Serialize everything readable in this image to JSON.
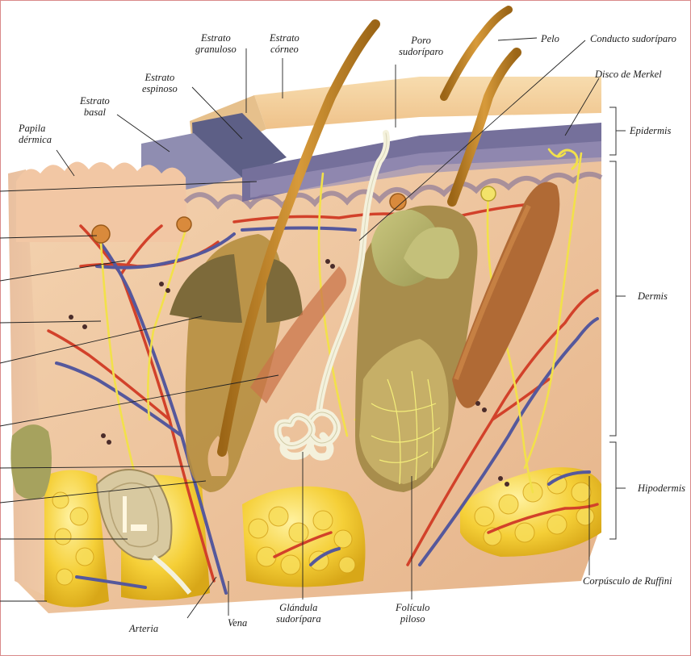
{
  "labels": {
    "estrato_granuloso": [
      "Estrato",
      "granuloso"
    ],
    "estrato_corneo": [
      "Estrato",
      "córneo"
    ],
    "poro_sudoriparo": [
      "Poro",
      "sudoríparo"
    ],
    "pelo": "Pelo",
    "conducto_sudoriparo": "Conducto sudoríparo",
    "estrato_espinoso": [
      "Estrato",
      "espinoso"
    ],
    "estrato_basal": [
      "Estrato",
      "basal"
    ],
    "disco_merkel": "Disco de Merkel",
    "papila_dermica": [
      "Papila",
      "dérmica"
    ],
    "epidermis": "Epidermis",
    "dermis": "Dermis",
    "hipodermis": "Hipodermis",
    "corpusculo_ruffini": "Corpúsculo de Ruffini",
    "arteria": "Arteria",
    "vena": "Vena",
    "glandula_sudoripara": [
      "Glándula",
      "sudorípara"
    ],
    "foliculo_piloso": [
      "Folículo",
      "piloso"
    ]
  },
  "colors": {
    "dermis": "#efc9a0",
    "epidermis_top": "#f3d3a3",
    "stratum_basal": "#6e6a86",
    "fat": "#f4cd3a",
    "artery": "#d2412a",
    "vein": "#55589c",
    "nerve": "#f2e14a",
    "hair": "#c88a2b",
    "sweat_gland": "#f4f1dc",
    "frame": "#d98a8a"
  }
}
